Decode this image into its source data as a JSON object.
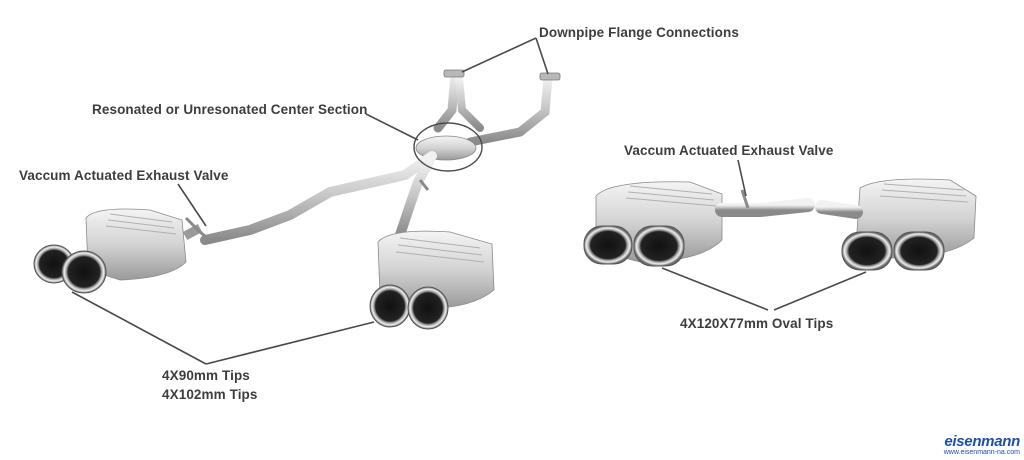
{
  "labels": {
    "downpipe": "Downpipe Flange Connections",
    "center": "Resonated or Unresonated Center Section",
    "valve_left": "Vaccum Actuated Exhaust Valve",
    "valve_right": "Vaccum Actuated Exhaust Valve",
    "oval_tips": "4X120X77mm Oval Tips",
    "tips_90": "4X90mm Tips",
    "tips_102": "4X102mm Tips"
  },
  "logo": {
    "word": "eisenmann",
    "url": "www.eisenmann-na.com"
  },
  "colors": {
    "leader_line": "#4a4a4a",
    "label_text": "#3d3d3d",
    "logo": "#1d4fa8",
    "metal_light": "#e8e8e8",
    "metal_dark": "#8c8c8c"
  }
}
